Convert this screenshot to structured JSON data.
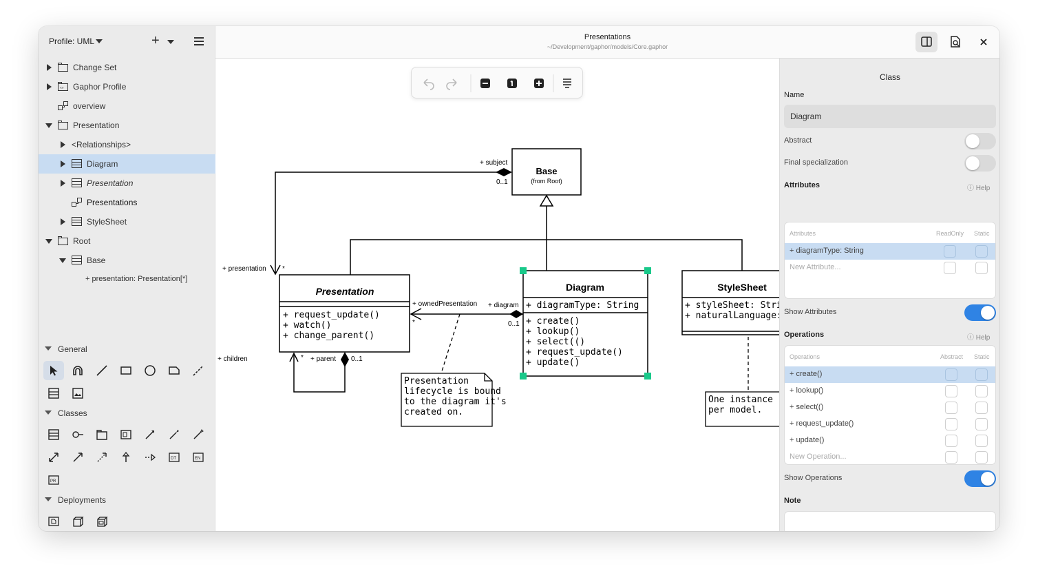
{
  "left": {
    "profile": "Profile: UML",
    "tree": [
      {
        "label": "Change Set"
      },
      {
        "label": "Gaphor Profile"
      },
      {
        "label": "overview"
      },
      {
        "label": "Presentation"
      },
      {
        "label": "<Relationships>"
      },
      {
        "label": "Diagram"
      },
      {
        "label": "Presentation"
      },
      {
        "label": "Presentations"
      },
      {
        "label": "StyleSheet"
      },
      {
        "label": "Root"
      },
      {
        "label": "Base"
      },
      {
        "label": "+ presentation: Presentation[*]"
      }
    ],
    "palette": {
      "general": "General",
      "classes": "Classes",
      "deployments": "Deployments"
    }
  },
  "header": {
    "title": "Presentations",
    "path": "~/Development/gaphor/models/Core.gaphor"
  },
  "diagram": {
    "base": {
      "name": "Base",
      "from": "(from Root)"
    },
    "presentation": {
      "name": "Presentation",
      "ops": [
        "+ request_update()",
        "+ watch()",
        "+ change_parent()"
      ]
    },
    "diagram": {
      "name": "Diagram",
      "attrs": [
        "+ diagramType: String"
      ],
      "ops": [
        "+ create()",
        "+ lookup()",
        "+ select(()",
        "+ request_update()",
        "+ update()"
      ]
    },
    "stylesheet": {
      "name": "StyleSheet",
      "attrs": [
        "+ styleSheet: String",
        "+ naturalLanguage: String"
      ]
    },
    "labels": {
      "subject": "+ subject",
      "subject_mult": "0..1",
      "presentation": "+ presentation",
      "star": "*",
      "owned": "+ ownedPresentation",
      "diagram_role": "+ diagram",
      "diagram_mult": "0..1",
      "children": "+ children",
      "parent": "+ parent",
      "parent_mult": "0..1"
    },
    "note1": [
      "Presentation",
      "lifecycle is bound",
      "to the diagram it's",
      "created on."
    ],
    "note2": [
      "One instance",
      "per model."
    ]
  },
  "right": {
    "heading": "Class",
    "name_label": "Name",
    "name_value": "Diagram",
    "abstract": "Abstract",
    "final": "Final specialization",
    "attributes": "Attributes",
    "help": "ⓘ Help",
    "attr_headers": {
      "name": "Attributes",
      "readonly": "ReadOnly",
      "static": "Static"
    },
    "attr_rows": [
      "+ diagramType: String"
    ],
    "new_attribute": "New Attribute...",
    "show_attributes": "Show Attributes",
    "operations": "Operations",
    "op_headers": {
      "name": "Operations",
      "abstract": "Abstract",
      "static": "Static"
    },
    "op_rows": [
      "+ create()",
      "+ lookup()",
      "+ select(()",
      "+ request_update()",
      "+ update()"
    ],
    "new_operation": "New Operation...",
    "show_operations": "Show Operations",
    "note": "Note"
  }
}
